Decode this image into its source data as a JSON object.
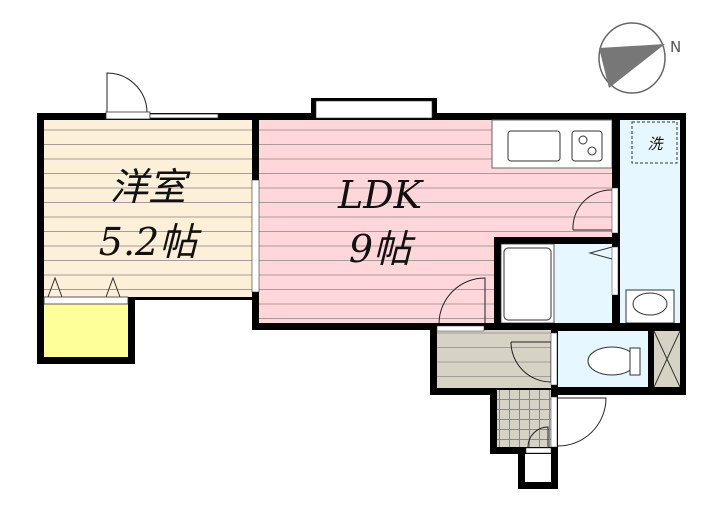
{
  "compass": {
    "north_label": "N"
  },
  "rooms": {
    "western_room": {
      "name": "洋室",
      "size": "5.2帖"
    },
    "ldk": {
      "name": "LDK",
      "size": "9帖"
    },
    "laundry": {
      "label": "洗"
    }
  },
  "colors": {
    "western_room": "#fdf0d8",
    "ldk": "#ffd6da",
    "closet": "#ffff99",
    "water": "#e6f7ff",
    "hall": "#d6d2c4",
    "wall": "#000000"
  }
}
